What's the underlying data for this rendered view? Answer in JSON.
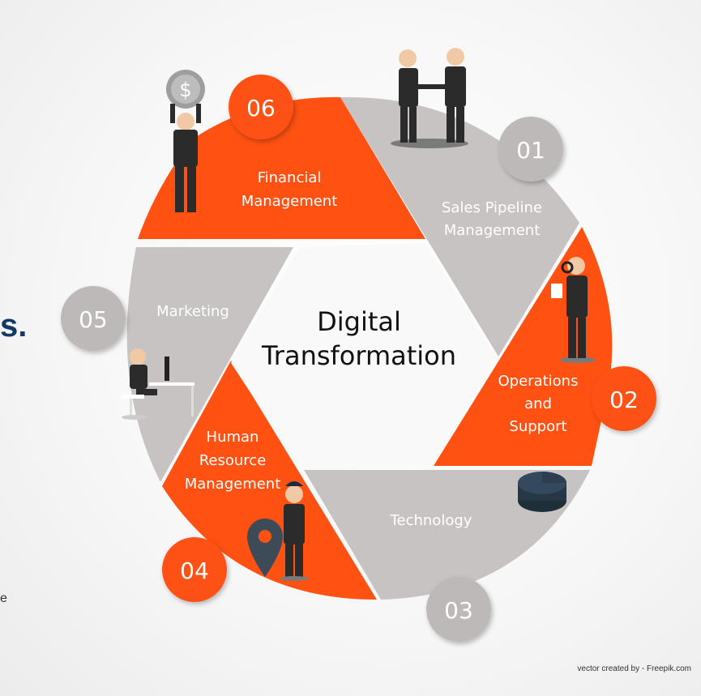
{
  "center_title": [
    "Digital",
    "Transformation"
  ],
  "segments": [
    {
      "number": "01",
      "label_lines": [
        "Sales Pipeline",
        "Management"
      ]
    },
    {
      "number": "02",
      "label_lines": [
        "Operations",
        "and",
        "Support"
      ]
    },
    {
      "number": "03",
      "label_lines": [
        "Technology"
      ]
    },
    {
      "number": "04",
      "label_lines": [
        "Human",
        "Resource",
        "Management"
      ]
    },
    {
      "number": "05",
      "label_lines": [
        "Marketing"
      ]
    },
    {
      "number": "06",
      "label_lines": [
        "Financial",
        "Management"
      ]
    }
  ],
  "credit": "vector created by - Freepik.com",
  "edge_fragments": {
    "left_top": "s.",
    "left_bottom": "e"
  },
  "colors": {
    "orange": "#fe5112",
    "gray": "#c7c3c3",
    "number_gray": "#bdb9b9",
    "white": "#ffffff",
    "title": "#111111",
    "suit": "#2b2b2b"
  },
  "icons": [
    "coin-dollar-icon",
    "handshake-people-icon",
    "magnifier-person-icon",
    "pie-chart-icon",
    "desk-computer-person-icon",
    "location-pin-person-icon"
  ]
}
